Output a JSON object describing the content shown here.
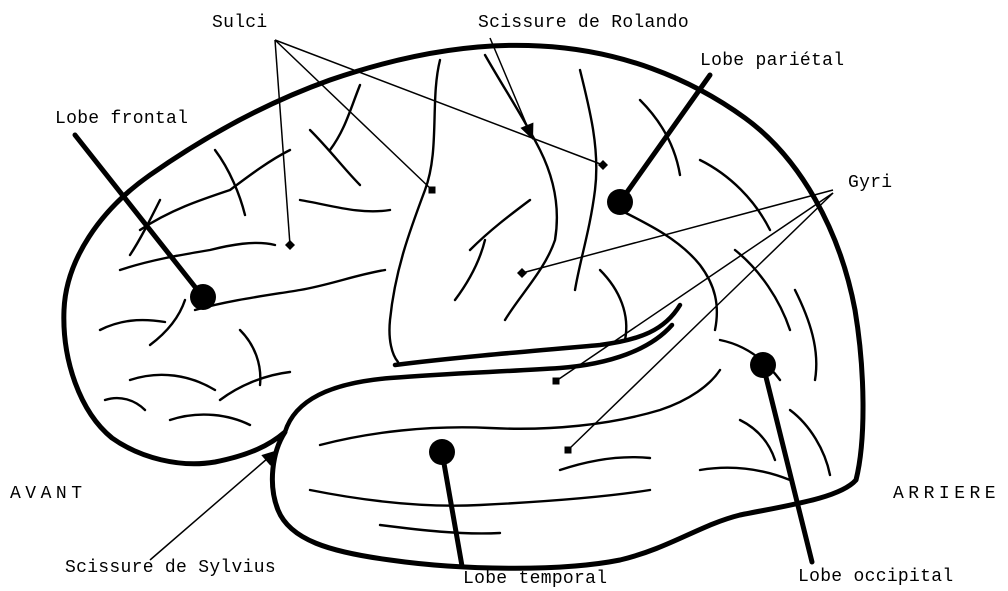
{
  "labels": {
    "sulci": "Sulci",
    "rolando": "Scissure de Rolando",
    "parietal": "Lobe pariétal",
    "frontal": "Lobe frontal",
    "gyri": "Gyri",
    "avant": "AVANT",
    "arriere": "ARRIERE",
    "sylvius": "Scissure de Sylvius",
    "temporal": "Lobe temporal",
    "occipital": "Lobe occipital"
  },
  "colors": {
    "ink": "#000000",
    "background": "#ffffff"
  }
}
